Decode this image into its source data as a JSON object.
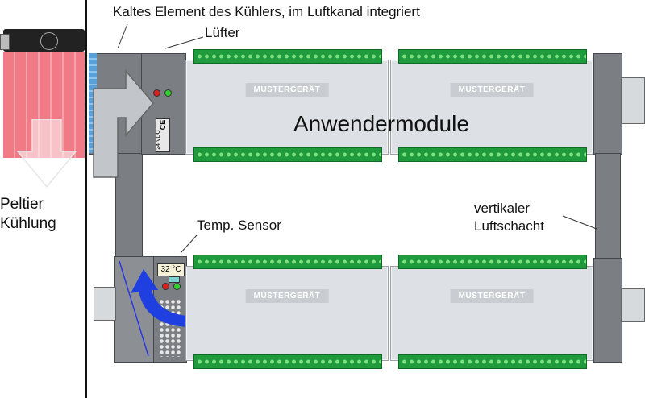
{
  "labels": {
    "cold_element": "Kaltes Element des Kühlers, im Luftkanal integriert",
    "fan": "Lüfter",
    "peltier_line1": "Peltier",
    "peltier_line2": "Kühlung",
    "user_modules": "Anwendermodule",
    "temp_sensor": "Temp. Sensor",
    "vertical_shaft_line1": "vertikaler",
    "vertical_shaft_line2": "Luftschacht"
  },
  "module_tag": "MUSTERGERÄT",
  "sensor_display": "32 °C",
  "fan_voltage_label": "24 VDC",
  "ce_mark": "CE",
  "colors": {
    "module_body": "#dde1e5",
    "terminal_green": "#1f9a3c",
    "housing_gray": "#7b7f84",
    "peltier_red": "#f07a86",
    "air_arrow_blue": "#1f3fe0",
    "air_arrow_gray": "#c2c6ca"
  },
  "modules": [
    {
      "name": "module-top-left",
      "tag": "MUSTERGERÄT"
    },
    {
      "name": "module-top-right",
      "tag": "MUSTERGERÄT"
    },
    {
      "name": "module-bottom-left",
      "tag": "MUSTERGERÄT"
    },
    {
      "name": "module-bottom-right",
      "tag": "MUSTERGERÄT"
    }
  ]
}
